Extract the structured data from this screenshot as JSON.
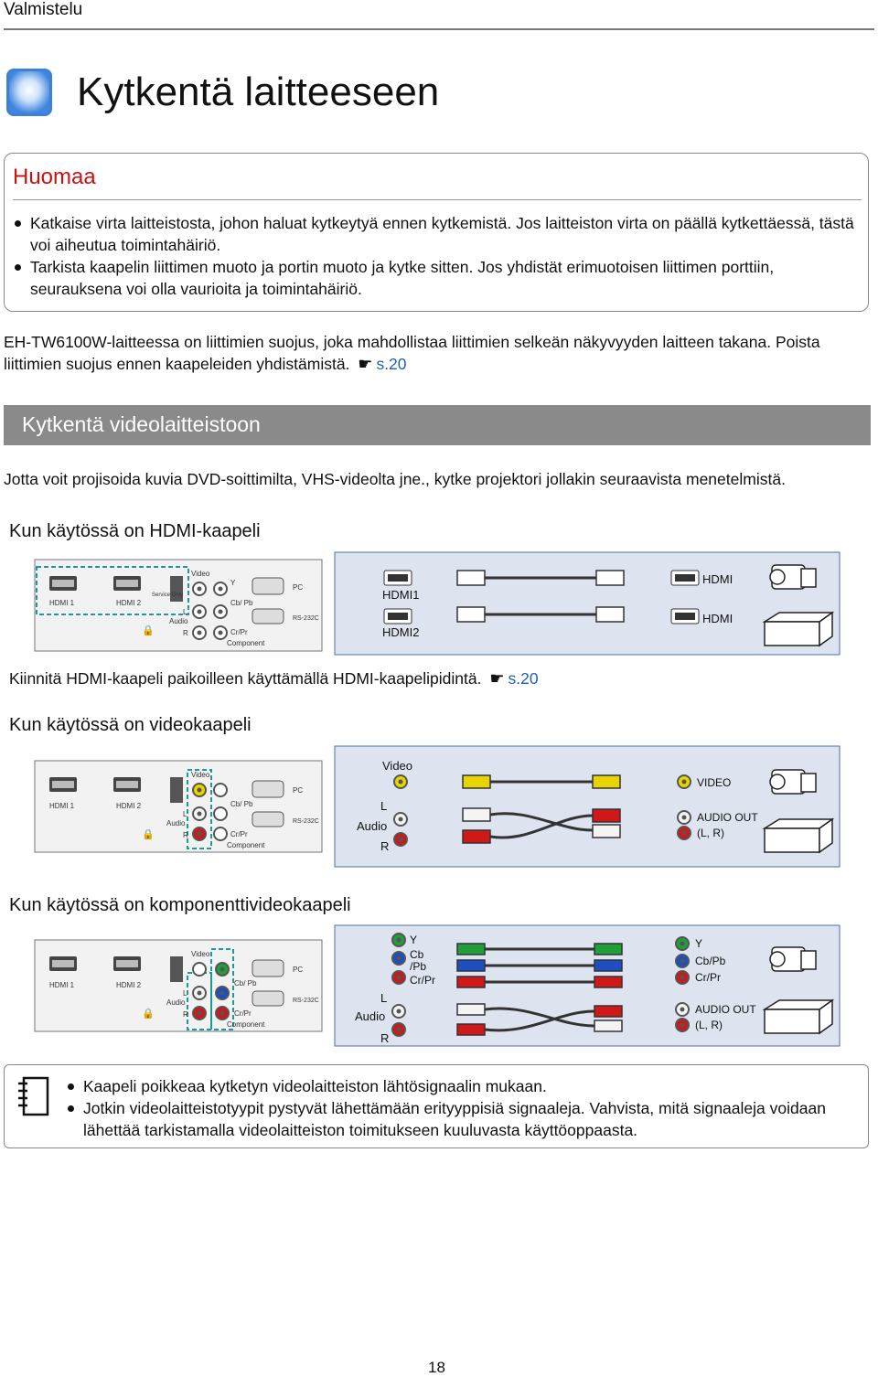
{
  "header": {
    "section": "Valmistelu"
  },
  "page_title": "Kytkentä laitteeseen",
  "note": {
    "title": "Huomaa",
    "items": [
      "Katkaise virta laitteistosta, johon haluat kytkeytyä ennen kytkemistä. Jos laitteiston virta on päällä kytkettäessä, tästä voi aiheutua toimintahäiriö.",
      "Tarkista kaapelin liittimen muoto ja portin muoto ja kytke sitten. Jos yhdistät erimuotoisen liittimen porttiin, seurauksena voi olla vaurioita ja toimintahäiriö."
    ]
  },
  "intro": {
    "text": "EH-TW6100W-laitteessa on liittimien suojus, joka mahdollistaa liittimien selkeän näkyvyyden laitteen takana. Poista liittimien suojus ennen kaapeleiden yhdistämistä.",
    "link": "s.20"
  },
  "section": {
    "title": "Kytkentä videolaitteistoon"
  },
  "section_intro": "Jotta voit projisoida kuvia DVD-soittimilta, VHS-videolta jne., kytke projektori jollakin seuraavista menetelmistä.",
  "panel_labels": {
    "hdmi1": "HDMI 1",
    "hdmi2": "HDMI 2",
    "service": "Service Only",
    "video": "Video",
    "l": "L",
    "audio": "Audio",
    "r": "R",
    "y": "Y",
    "cbpb": "Cb/ Pb",
    "crpr": "Cr/Pr",
    "component": "Component",
    "pc": "PC",
    "rs232c": "RS-232C"
  },
  "hdmi": {
    "heading": "Kun käytössä on HDMI-kaapeli",
    "port1": "HDMI1",
    "port2": "HDMI2",
    "dev1": "HDMI",
    "dev2": "HDMI",
    "caption": "Kiinnitä HDMI-kaapeli paikoilleen käyttämällä HDMI-kaapelipidintä.",
    "link": "s.20"
  },
  "video": {
    "heading": "Kun käytössä on videokaapeli",
    "video_label": "Video",
    "l": "L",
    "audio": "Audio",
    "r": "R",
    "out_video": "VIDEO",
    "out_audio1": "AUDIO OUT",
    "out_audio2": "(L, R)"
  },
  "component": {
    "heading": "Kun käytössä on komponenttivideokaapeli",
    "y": "Y",
    "cb": "Cb",
    "pb": "/Pb",
    "crpr": "Cr/Pr",
    "l": "L",
    "audio": "Audio",
    "r": "R",
    "out_y": "Y",
    "out_cbpb": "Cb/Pb",
    "out_crpr": "Cr/Pr",
    "out_audio1": "AUDIO OUT",
    "out_audio2": "(L, R)"
  },
  "tips": [
    "Kaapeli poikkeaa kytketyn videolaitteiston lähtösignaalin mukaan.",
    "Jotkin videolaitteistotyypit pystyvät lähettämään erityyppisiä signaaleja. Vahvista, mitä signaaleja voidaan lähettää tarkistamalla videolaitteiston toimitukseen kuuluvasta käyttöoppaasta."
  ],
  "page_number": "18",
  "colors": {
    "note_title": "#cc1111",
    "link": "#1f5fb3",
    "section_bar": "#8a8a8a",
    "diagram_bg": "#dde4ef",
    "rca_yellow": "#e8d400",
    "rca_white": "#f4f4f4",
    "rca_red": "#d01818",
    "rca_green": "#1f9e3a",
    "rca_blue": "#1c4fc4"
  },
  "icons": [
    "title-bullet-icon",
    "pointing-hand-icon",
    "notebook-icon"
  ]
}
